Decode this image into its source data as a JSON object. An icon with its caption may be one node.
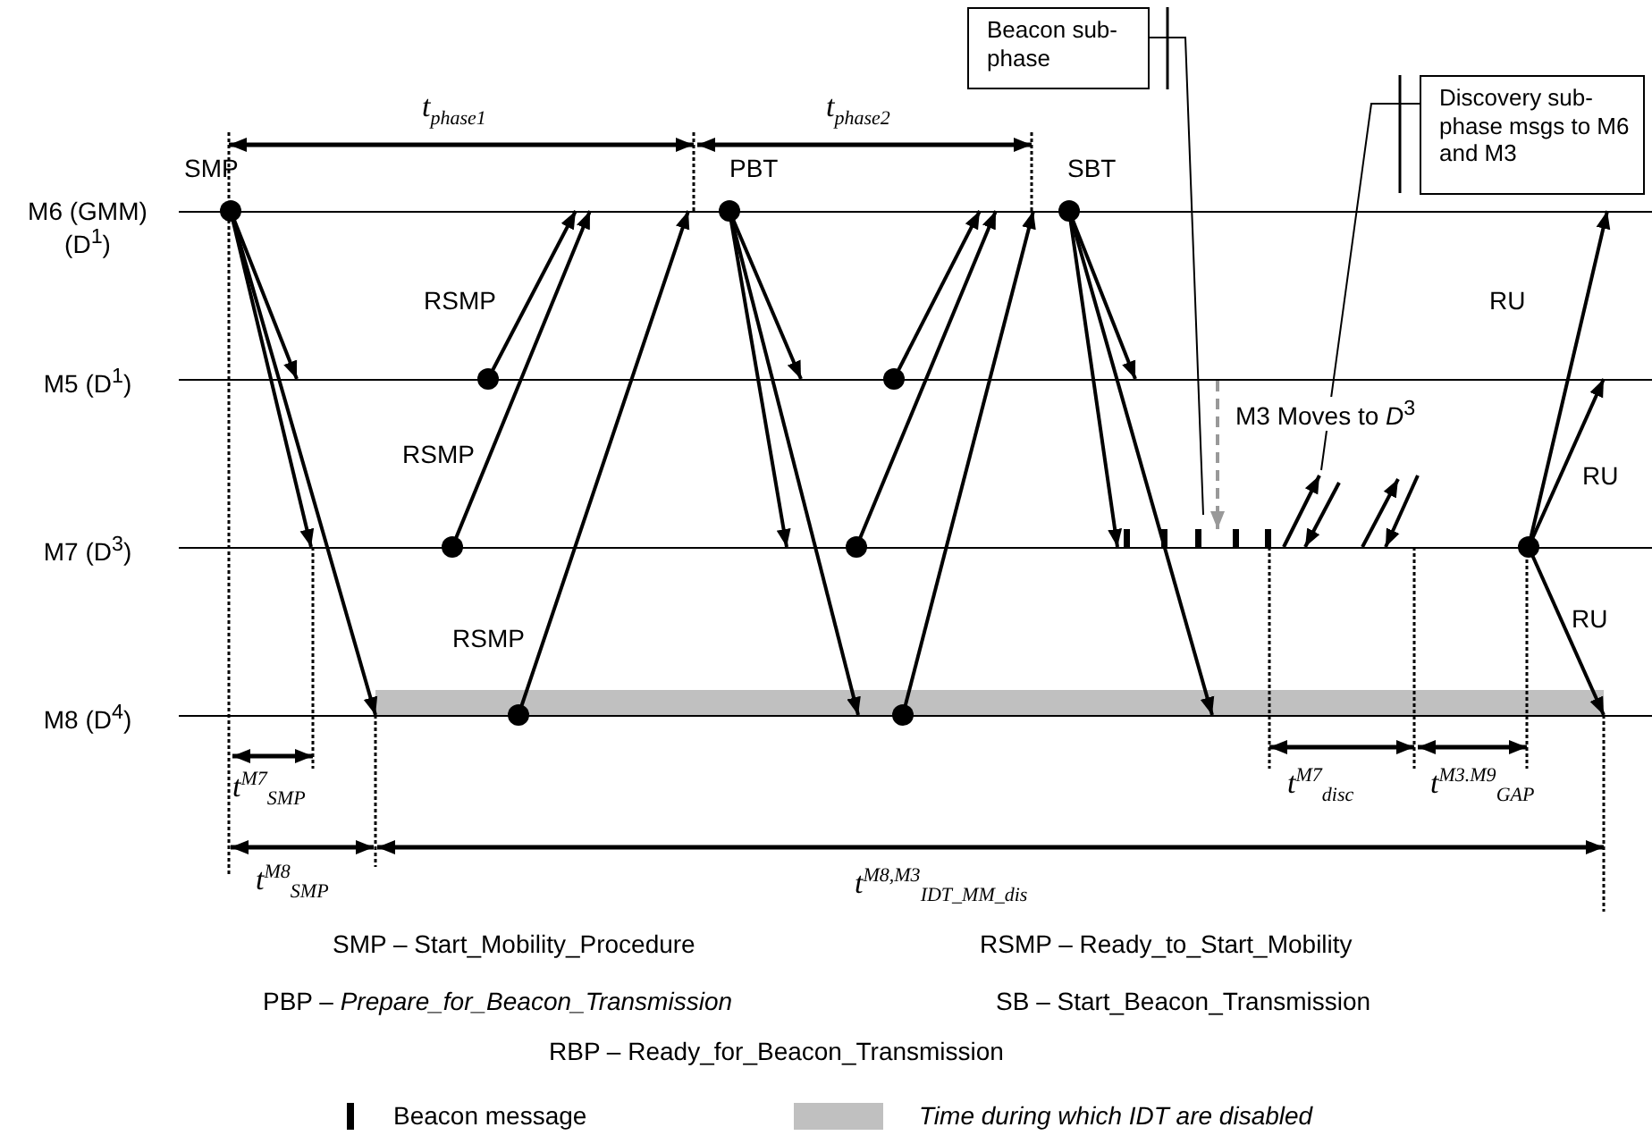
{
  "diagram": {
    "nodes": [
      {
        "text": [
          "M6 (GMM) (D$^{1}$)"
        ]
      },
      {
        "text": [
          "M5 (D$^{1}$)"
        ]
      },
      {
        "text": [
          "M7 (D$^{3}$)"
        ]
      },
      {
        "text": [
          "M8 (D$^{4}$)"
        ]
      },
      {
        "text": [
          "Beacon sub-phase"
        ]
      },
      {
        "text": [
          "Discovery sub-phase msgs to M6 and M3"
        ]
      }
    ],
    "edges": [
      {
        "from": 0,
        "to": 1,
        "arrow": "to"
      },
      {
        "from": 0,
        "to": 2,
        "arrow": "to"
      },
      {
        "from": 0,
        "to": 3,
        "arrow": "to"
      },
      {
        "from": 1,
        "to": 0,
        "arrow": "to",
        "label": "RSMP"
      },
      {
        "from": 2,
        "to": 0,
        "arrow": "to",
        "label": "RSMP"
      },
      {
        "from": 3,
        "to": 0,
        "arrow": "to",
        "label": "RSMP"
      },
      {
        "from": 0,
        "to": 1,
        "arrow": "to"
      },
      {
        "from": 0,
        "to": 2,
        "arrow": "to"
      },
      {
        "from": 0,
        "to": 3,
        "arrow": "to"
      },
      {
        "from": 1,
        "to": 0,
        "arrow": "to"
      },
      {
        "from": 2,
        "to": 0,
        "arrow": "to"
      },
      {
        "from": 3,
        "to": 0,
        "arrow": "to"
      },
      {
        "from": 0,
        "to": 1,
        "arrow": "to"
      },
      {
        "from": 0,
        "to": 2,
        "arrow": "to"
      },
      {
        "from": 0,
        "to": 3,
        "arrow": "to"
      },
      {
        "from": 1,
        "to": 2,
        "arrow": "to",
        "style": "dashed",
        "color": "#999999",
        "label": "M3 Moves to *D*$^{3}$"
      },
      {
        "from": 2,
        "to": null,
        "arrow": "to"
      },
      {
        "from": null,
        "to": 2,
        "arrow": "to"
      },
      {
        "from": 2,
        "to": null,
        "arrow": "to"
      },
      {
        "from": null,
        "to": 2,
        "arrow": "to"
      },
      {
        "from": 2,
        "to": 0,
        "arrow": "to",
        "label": "RU"
      },
      {
        "from": 2,
        "to": 1,
        "arrow": "to",
        "label": "RU"
      },
      {
        "from": 2,
        "to": 3,
        "arrow": "to",
        "label": "RU"
      },
      {
        "from": 4,
        "to": null,
        "arrow": "none"
      },
      {
        "from": 5,
        "to": null,
        "arrow": "none"
      }
    ],
    "labels": [
      "*t*$_{phase1}$",
      "*t*$_{phase2}$",
      "SMP",
      "PBT",
      "SBT",
      "*t*$^{M7}$$_{SMP}$",
      "*t*$^{M7}$$_{disc}$",
      "*t*$^{M3.M9}$$_{GAP}$",
      "*t*$^{M8}$$_{SMP}$",
      "*t*$^{M8,M3}$$_{IDT_MM_dis}$",
      "SMP – Start_Mobility_Procedure",
      "RSMP – Ready_to_Start_Mobility",
      "PBP – *Prepare_for_Beacon_Transmission*",
      "SB – Start_Beacon_Transmission",
      "RBP – Ready_for_Beacon_Transmission"
    ],
    "legend": [
      {
        "text": "Beacon message"
      },
      {
        "text": "Time during which IDT are disabled",
        "color": "#c0c0c0"
      }
    ]
  }
}
